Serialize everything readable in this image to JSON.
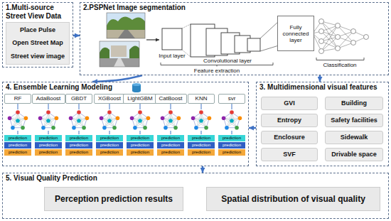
{
  "diagram": {
    "nodes": [
      {
        "text": [
          "1.Multi-source Street View Data"
        ]
      },
      {
        "text": [
          "Place Pulse",
          "Open Street Map",
          "Street view image"
        ],
        "in": 0
      },
      {
        "text": [
          "2.PSPNet Image segmentation"
        ]
      },
      {
        "text": [
          "Fully connected layer"
        ],
        "in": 2
      },
      {
        "text": [
          "4. Ensemble Learning Modeling"
        ]
      },
      {
        "text": [
          "RF"
        ],
        "in": 4
      },
      {
        "text": [
          "AdaBoost"
        ],
        "in": 4
      },
      {
        "text": [
          "GBDT"
        ],
        "in": 4
      },
      {
        "text": [
          "XGBoost"
        ],
        "in": 4
      },
      {
        "text": [
          "LightGBM"
        ],
        "in": 4
      },
      {
        "text": [
          "CatBoost"
        ],
        "in": 4
      },
      {
        "text": [
          "KNN"
        ],
        "in": 4
      },
      {
        "text": [
          "svr"
        ],
        "in": 4
      },
      {
        "text": [
          "3. Multidimensional visual features"
        ]
      },
      {
        "text": [
          "GVI"
        ],
        "in": 13
      },
      {
        "text": [
          "Building"
        ],
        "in": 13
      },
      {
        "text": [
          "Entropy"
        ],
        "in": 13
      },
      {
        "text": [
          "Safety facilities"
        ],
        "in": 13
      },
      {
        "text": [
          "Enclosure"
        ],
        "in": 13
      },
      {
        "text": [
          "Sidewalk"
        ],
        "in": 13
      },
      {
        "text": [
          "SVF"
        ],
        "in": 13
      },
      {
        "text": [
          "Drivable space"
        ],
        "in": 13
      },
      {
        "text": [
          "5. Visual Quality Prediction"
        ]
      },
      {
        "text": [
          "Perception prediction results"
        ],
        "in": 22
      },
      {
        "text": [
          "Spatial distribution of visual quality"
        ],
        "in": 22
      }
    ],
    "edges": [
      {
        "from": 0,
        "to": 2,
        "arrow": "to"
      },
      {
        "from": 2,
        "to": 13,
        "arrow": "to"
      },
      {
        "from": 2,
        "to": 4,
        "arrow": "to"
      },
      {
        "from": 13,
        "to": 4,
        "arrow": "to"
      },
      {
        "from": 4,
        "to": 22,
        "arrow": "to"
      }
    ],
    "labels": [
      "Input layer",
      "Convolutional layer",
      "Feature extraction",
      "Classification",
      "prediction",
      "prediction",
      "prediction",
      "prediction",
      "prediction",
      "prediction",
      "prediction",
      "prediction",
      "prediction",
      "prediction",
      "prediction",
      "prediction",
      "prediction",
      "prediction",
      "prediction",
      "prediction",
      "prediction",
      "prediction",
      "prediction",
      "prediction",
      "prediction",
      "prediction",
      "prediction",
      "prediction"
    ]
  }
}
